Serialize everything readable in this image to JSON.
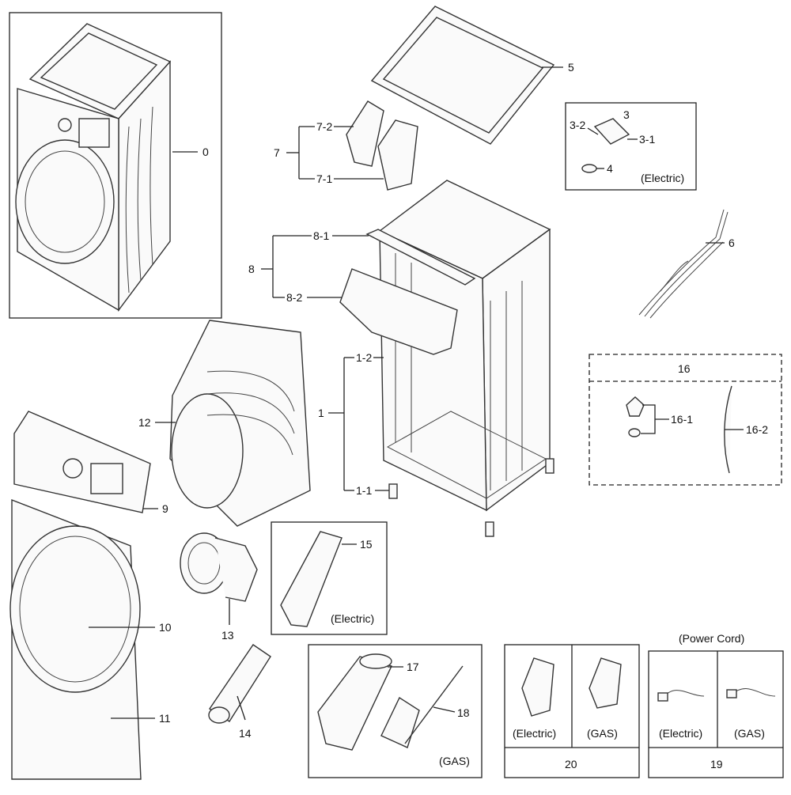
{
  "callouts": {
    "c0": "0",
    "c1": "1",
    "c1_1": "1-1",
    "c1_2": "1-2",
    "c3": "3",
    "c3_1": "3-1",
    "c3_2": "3-2",
    "c4": "4",
    "c5": "5",
    "c6": "6",
    "c7": "7",
    "c7_1": "7-1",
    "c7_2": "7-2",
    "c8": "8",
    "c8_1": "8-1",
    "c8_2": "8-2",
    "c9": "9",
    "c10": "10",
    "c11": "11",
    "c12": "12",
    "c13": "13",
    "c14": "14",
    "c15": "15",
    "c16": "16",
    "c16_1": "16-1",
    "c16_2": "16-2",
    "c17": "17",
    "c18": "18",
    "c19": "19",
    "c20": "20"
  },
  "labels": {
    "electric_box3": "(Electric)",
    "electric_box15": "(Electric)",
    "gas_box17": "(GAS)",
    "box20_electric": "(Electric)",
    "box20_gas": "(GAS)",
    "box19_title": "(Power Cord)",
    "box19_electric": "(Electric)",
    "box19_gas": "(GAS)"
  }
}
